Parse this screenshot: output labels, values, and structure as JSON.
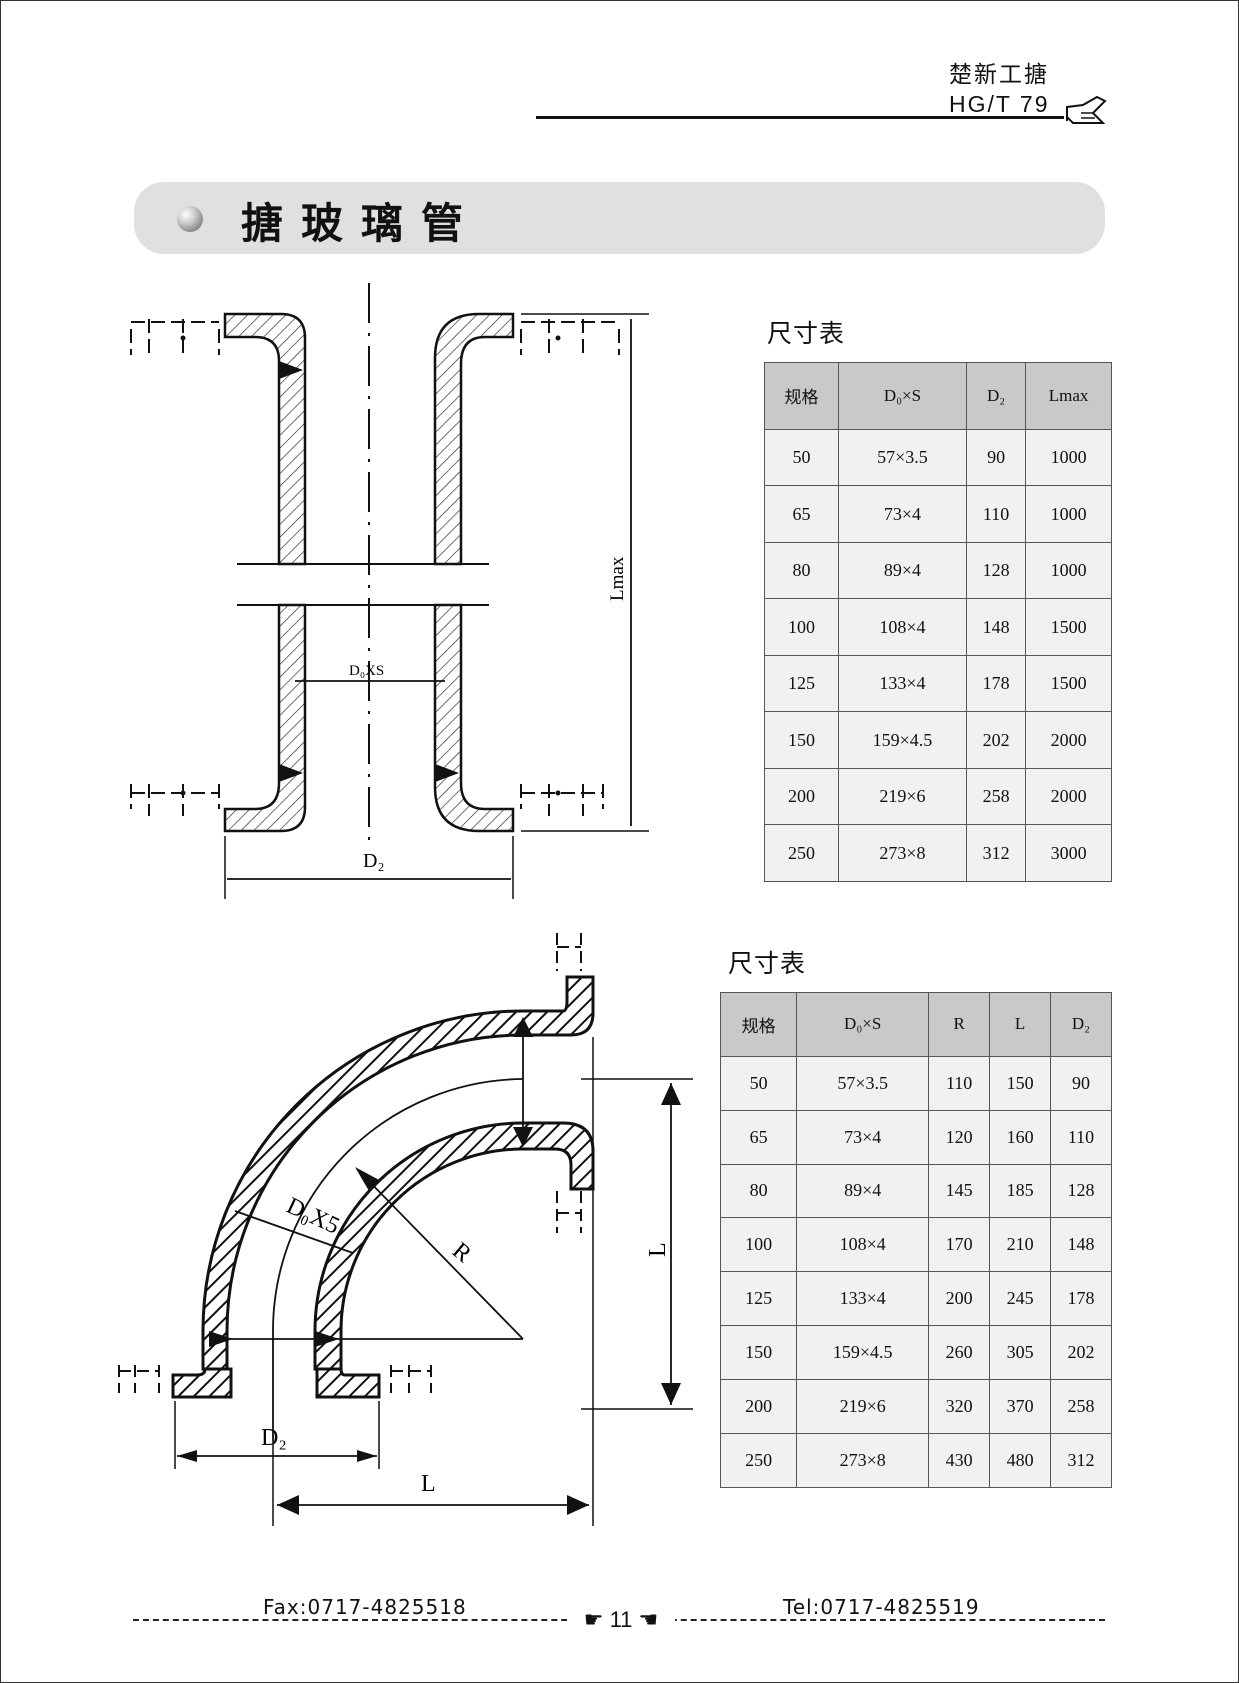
{
  "header": {
    "brand": "楚新工搪",
    "code": "HG/T 79"
  },
  "banner": {
    "title": "搪玻璃管"
  },
  "straight_pipe": {
    "labels": {
      "diameter": "D₀XS",
      "flange": "D₂",
      "length": "Lmax"
    },
    "table_title": "尺寸表",
    "columns": [
      "规格",
      "D₀×S",
      "D₂",
      "Lmax"
    ],
    "rows": [
      [
        "50",
        "57×3.5",
        "90",
        "1000"
      ],
      [
        "65",
        "73×4",
        "110",
        "1000"
      ],
      [
        "80",
        "89×4",
        "128",
        "1000"
      ],
      [
        "100",
        "108×4",
        "148",
        "1500"
      ],
      [
        "125",
        "133×4",
        "178",
        "1500"
      ],
      [
        "150",
        "159×4.5",
        "202",
        "2000"
      ],
      [
        "200",
        "219×6",
        "258",
        "2000"
      ],
      [
        "250",
        "273×8",
        "312",
        "3000"
      ]
    ]
  },
  "elbow": {
    "labels": {
      "diameter": "D₀X5",
      "radius": "R",
      "length_v": "L",
      "length_h": "L",
      "flange": "D₂"
    },
    "table_title": "尺寸表",
    "columns": [
      "规格",
      "D₀×S",
      "R",
      "L",
      "D₂"
    ],
    "rows": [
      [
        "50",
        "57×3.5",
        "110",
        "150",
        "90"
      ],
      [
        "65",
        "73×4",
        "120",
        "160",
        "110"
      ],
      [
        "80",
        "89×4",
        "145",
        "185",
        "128"
      ],
      [
        "100",
        "108×4",
        "170",
        "210",
        "148"
      ],
      [
        "125",
        "133×4",
        "200",
        "245",
        "178"
      ],
      [
        "150",
        "159×4.5",
        "260",
        "305",
        "202"
      ],
      [
        "200",
        "219×6",
        "320",
        "370",
        "258"
      ],
      [
        "250",
        "273×8",
        "430",
        "480",
        "312"
      ]
    ]
  },
  "footer": {
    "fax": "Fax:0717-4825518",
    "tel": "Tel:0717-4825519",
    "page": "11"
  }
}
